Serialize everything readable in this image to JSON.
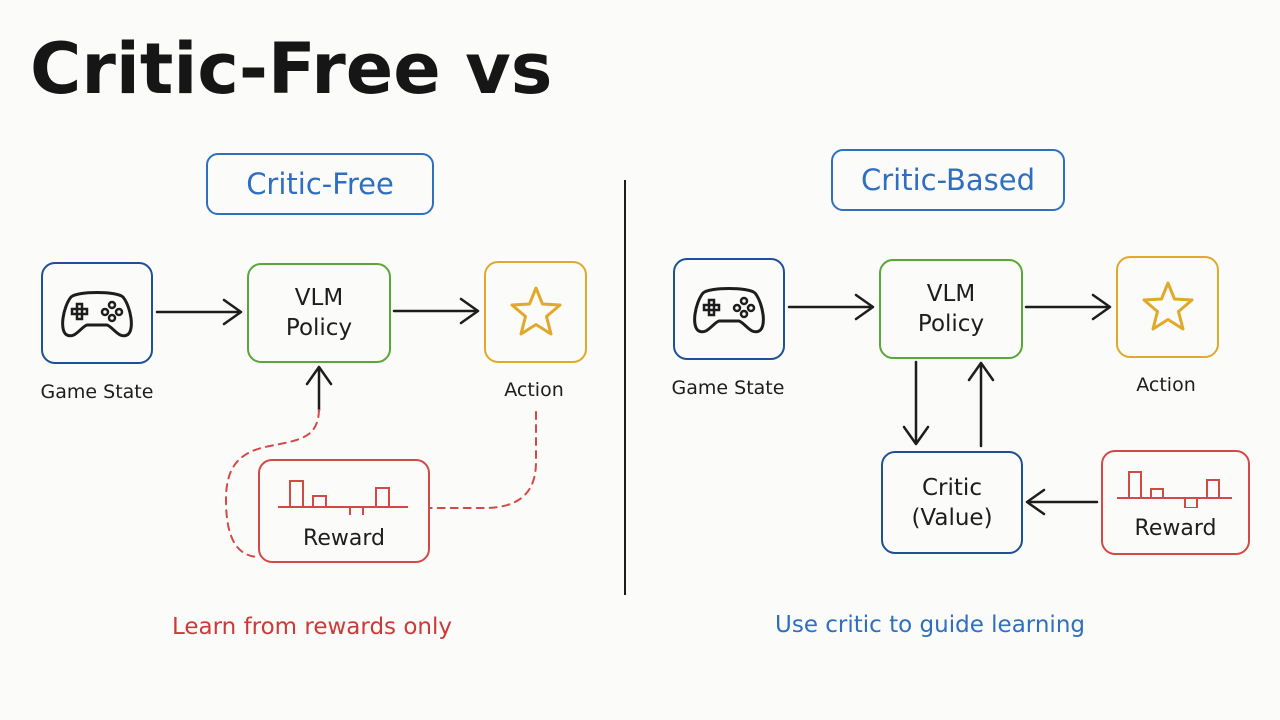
{
  "title": "Critic-Free vs",
  "left": {
    "heading": "Critic-Free",
    "game_state_label": "Game State",
    "policy_label": "VLM\nPolicy",
    "action_label": "Action",
    "reward_label": "Reward",
    "footer": "Learn from rewards only"
  },
  "right": {
    "heading": "Critic-Based",
    "game_state_label": "Game State",
    "policy_label": "VLM\nPolicy",
    "action_label": "Action",
    "critic_label": "Critic\n(Value)",
    "reward_label": "Reward",
    "footer": "Use critic to guide learning"
  },
  "colors": {
    "blue_accent": "#2f6fbf",
    "dark_blue": "#1f4f96",
    "green": "#57a838",
    "gold": "#e0a92a",
    "red": "#d24a46"
  },
  "icons": [
    "gamepad-icon",
    "star-icon",
    "reward-bars-icon"
  ]
}
